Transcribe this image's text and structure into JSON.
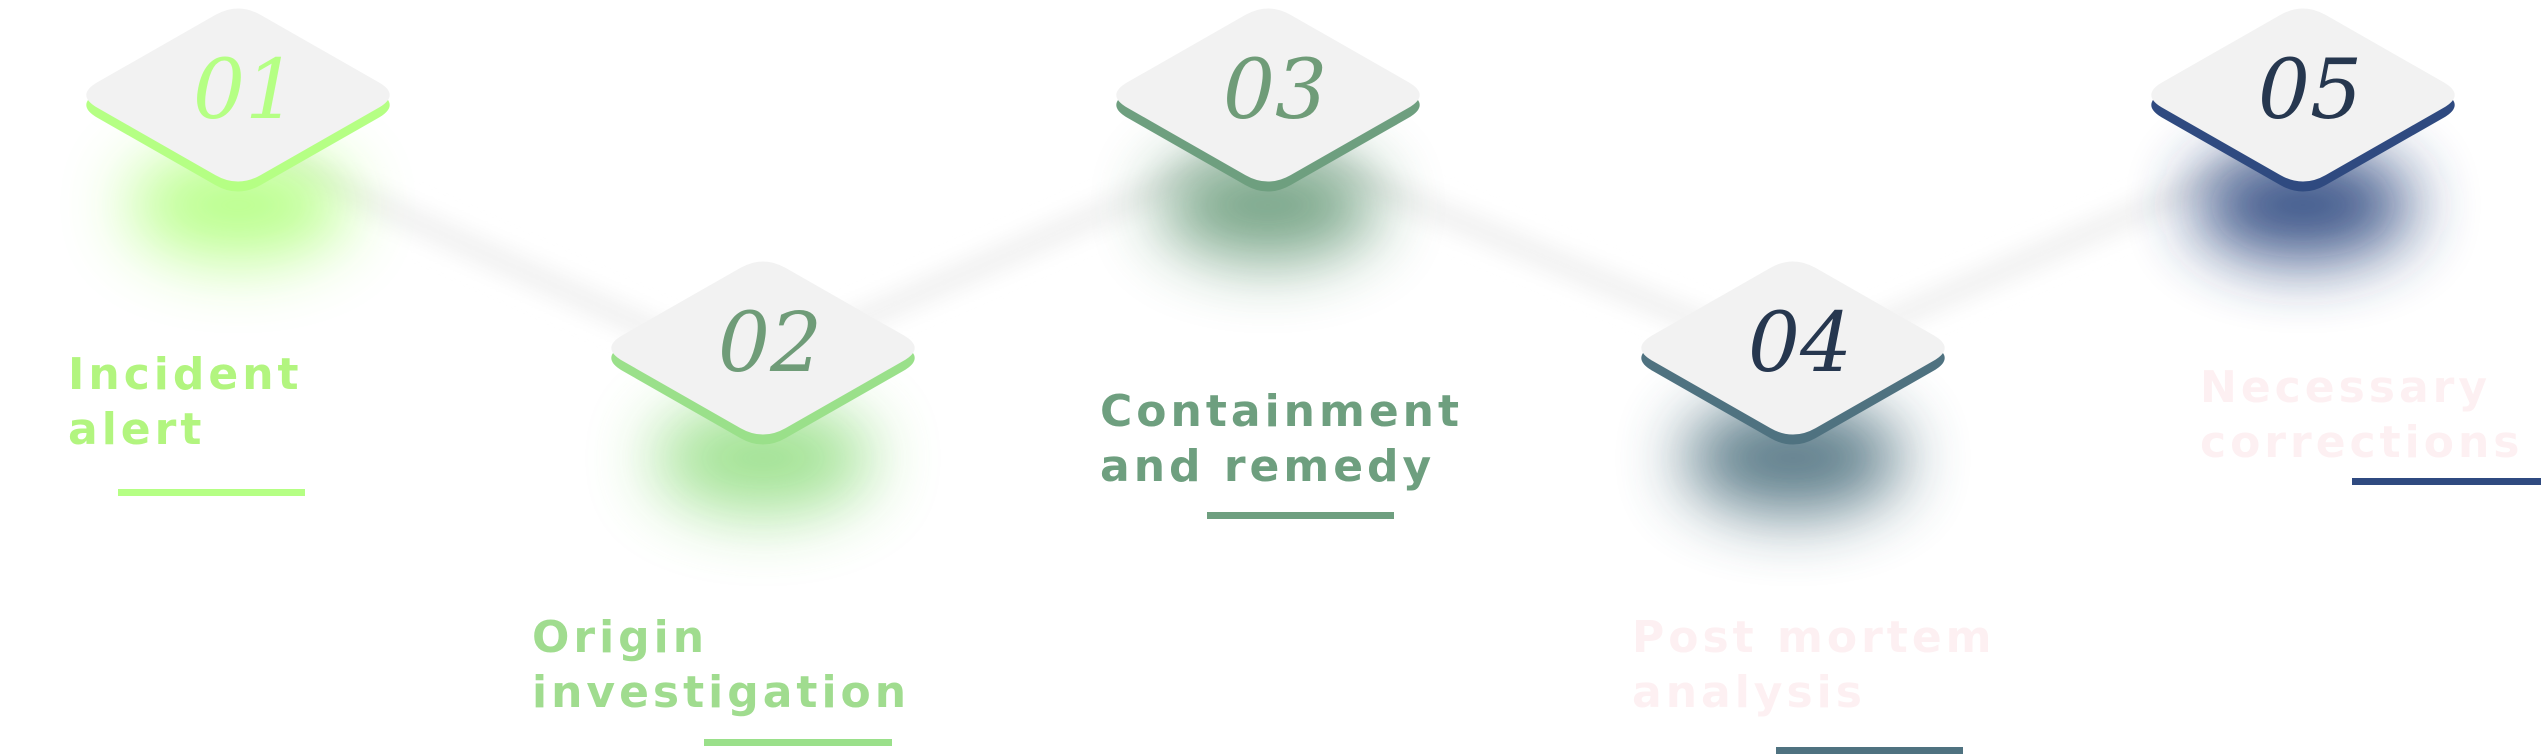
{
  "steps": [
    {
      "number": "01",
      "label_lines": [
        "Incident",
        "alert"
      ],
      "color": "#b5ff84",
      "text_color": "#b2f57f"
    },
    {
      "number": "02",
      "label_lines": [
        "Origin",
        "investigation"
      ],
      "color": "#9ae08a",
      "text_color": "#a0dc8f"
    },
    {
      "number": "03",
      "label_lines": [
        "Containment",
        "and remedy"
      ],
      "color": "#6e9f7f",
      "text_color": "#6e9f7f"
    },
    {
      "number": "04",
      "label_lines": [
        "Post mortem",
        "analysis"
      ],
      "color": "#4f7280",
      "text_color": "#fdf0f2"
    },
    {
      "number": "05",
      "label_lines": [
        "Necessary",
        "corrections"
      ],
      "color": "#2f4a80",
      "text_color": "#fdf0f2"
    }
  ],
  "colors": {
    "tile_face": "#f2f2f2",
    "connector": "#f2f2f2",
    "number_text_light": "#6f9c78",
    "number_text_dark": "#26374f"
  }
}
